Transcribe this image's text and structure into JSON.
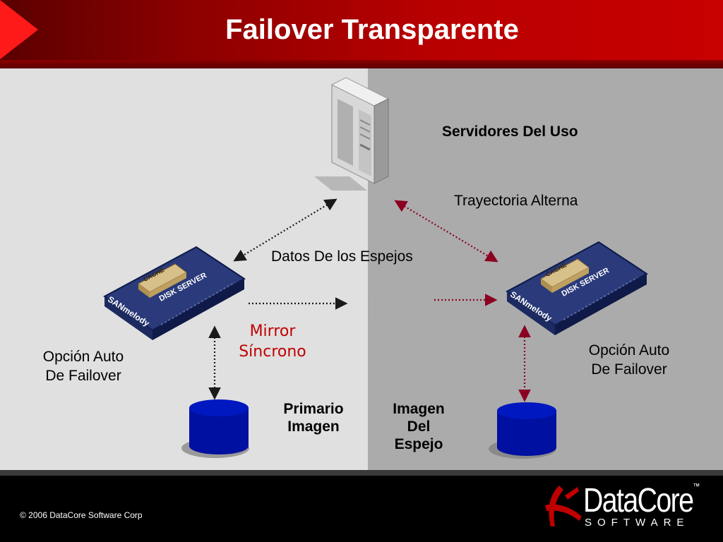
{
  "title": "Failover Transparente",
  "labels": {
    "servers": "Servidores Del Uso",
    "alt_path": "Trayectoria Alterna",
    "mirror_data": "Datos De los Espejos",
    "mirror_line1": "Mirror",
    "mirror_line2": "Síncrono",
    "failover_left_1": "Opción Auto",
    "failover_left_2": "De Failover",
    "failover_right_1": "Opción Auto",
    "failover_right_2": "De Failover",
    "primary_1": "Primario",
    "primary_2": "Imagen",
    "mirror_img_1": "Imagen",
    "mirror_img_2": "Del",
    "mirror_img_3": "Espejo"
  },
  "server_box": {
    "cache": "CACHE",
    "disk": "DISK SERVER",
    "brand": "SANmelody"
  },
  "footer": {
    "copyright": "© 2006  DataCore Software Corp",
    "logo_name": "DataCore",
    "logo_tm": "™",
    "logo_sub": "SOFTWARE"
  },
  "colors": {
    "header_red": "#c80000",
    "mirror_red": "#c00000",
    "disk_blue": "#0010a0",
    "arrow_dark": "#1a1a1a",
    "arrow_red": "#8b0020"
  }
}
